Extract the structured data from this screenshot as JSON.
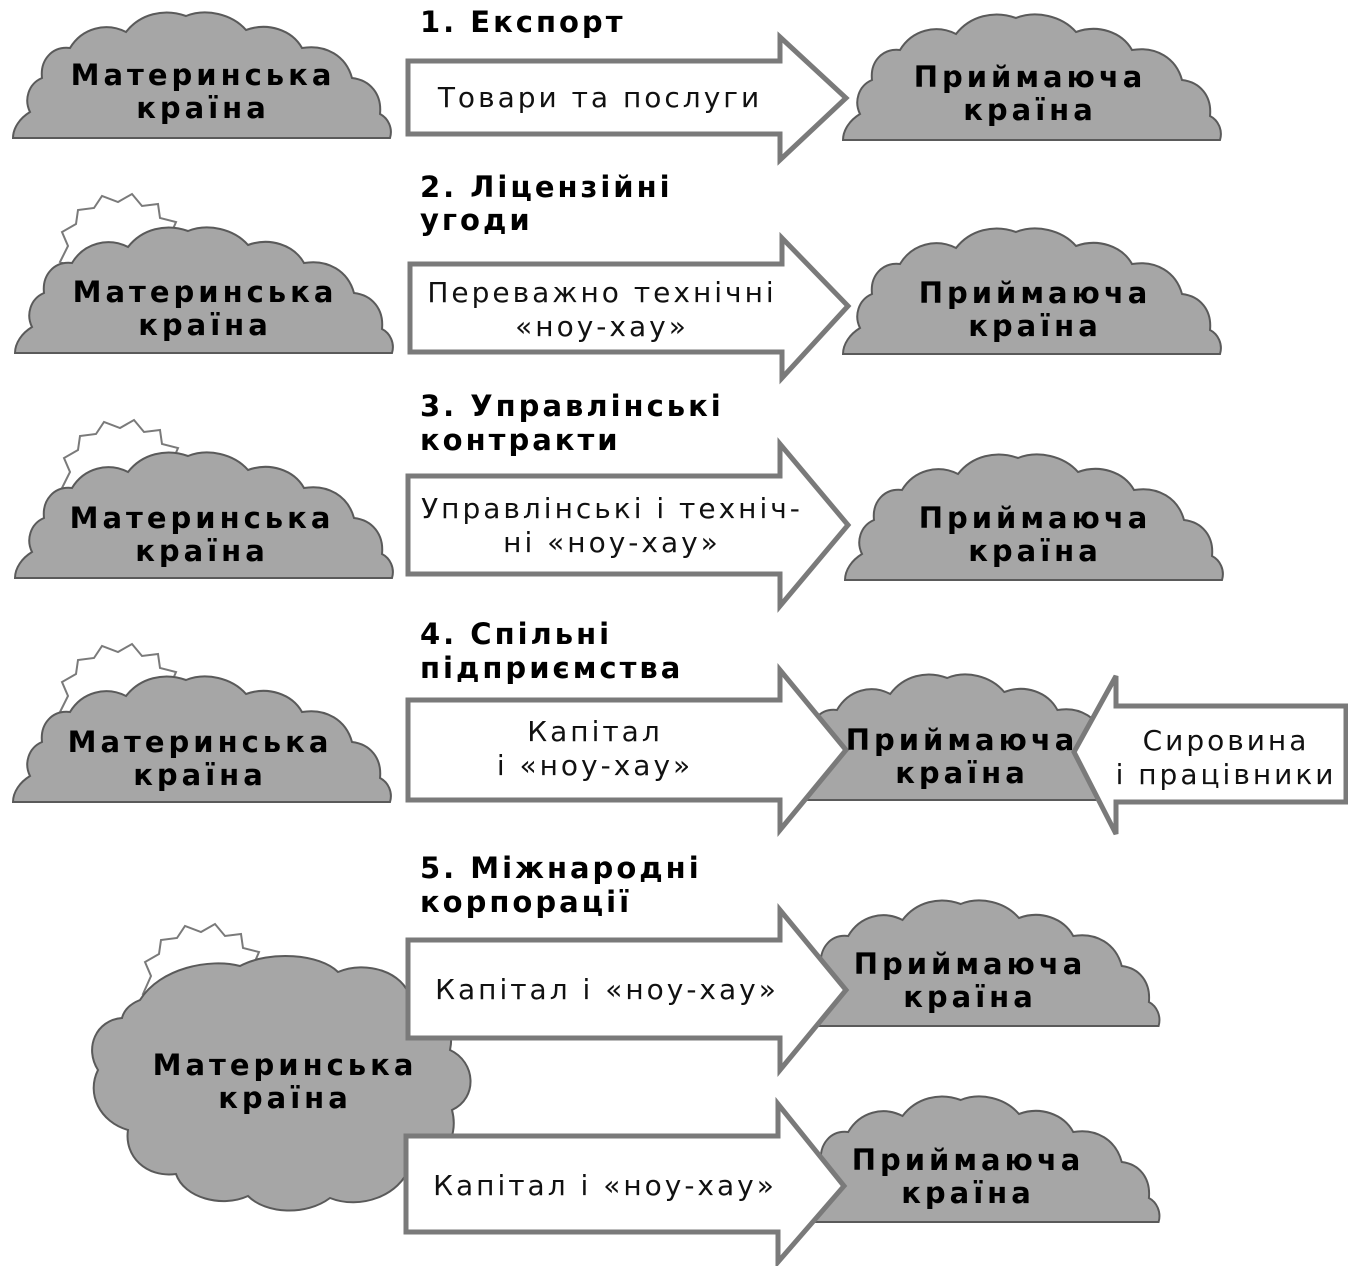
{
  "rows": [
    {
      "title_line1": "1. Експорт",
      "title_line2": "",
      "home": {
        "line1": "Материнська",
        "line2": "країна",
        "sun": false
      },
      "arrow": {
        "line1": "Товари та послуги",
        "line2": ""
      },
      "host": {
        "line1": "Приймаюча",
        "line2": "країна"
      }
    },
    {
      "title_line1": "2. Ліцензійні",
      "title_line2": "угоди",
      "home": {
        "line1": "Материнська",
        "line2": "країна",
        "sun": true
      },
      "arrow": {
        "line1": "Переважно технічні",
        "line2": "«ноу-хау»"
      },
      "host": {
        "line1": "Приймаюча",
        "line2": "країна"
      }
    },
    {
      "title_line1": "3. Управлінські",
      "title_line2": "контракти",
      "home": {
        "line1": "Материнська",
        "line2": "країна",
        "sun": true
      },
      "arrow": {
        "line1": "Управлінські і техніч-",
        "line2": "ні «ноу-хау»"
      },
      "host": {
        "line1": "Приймаюча",
        "line2": "країна"
      }
    },
    {
      "title_line1": "4. Спільні",
      "title_line2": "підприємства",
      "home": {
        "line1": "Материнська",
        "line2": "країна",
        "sun": true
      },
      "arrow": {
        "line1": "Капітал",
        "line2": "і «ноу-хау»"
      },
      "host": {
        "line1": "Приймаюча",
        "line2": "країна"
      },
      "return_arrow": {
        "line1": "Сировина",
        "line2": "і працівники"
      }
    },
    {
      "title_line1": "5. Міжнародні",
      "title_line2": "корпорації",
      "home": {
        "line1": "Материнська",
        "line2": "країна",
        "sun": true
      },
      "arrows": [
        {
          "line1": "Капітал і «ноу-хау»",
          "line2": ""
        },
        {
          "line1": "Капітал і «ноу-хау»",
          "line2": ""
        }
      ],
      "hosts": [
        {
          "line1": "Приймаюча",
          "line2": "країна"
        },
        {
          "line1": "Приймаюча",
          "line2": "країна"
        }
      ]
    }
  ],
  "colors": {
    "cloud": "#a6a6a6",
    "arrow_stroke": "#7a7a7a",
    "background": "#ffffff"
  }
}
